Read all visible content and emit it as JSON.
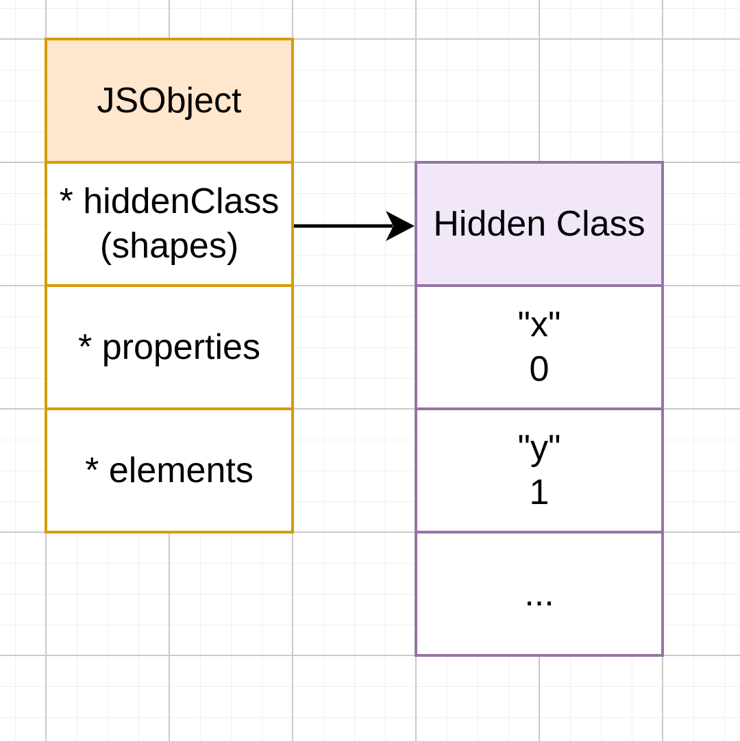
{
  "colors": {
    "orange-fill": "#ffe6cc",
    "orange-border": "#d79b00",
    "purple-fill": "#f2e6f9",
    "purple-border": "#9673a6",
    "arrow-color": "#000000",
    "grid-minor": "#efefef",
    "grid-major": "#c9c9c9"
  },
  "left_table": {
    "header": "JSObject",
    "rows": [
      {
        "line1": "* hiddenClass",
        "line2": "(shapes)"
      },
      {
        "line1": "* properties",
        "line2": ""
      },
      {
        "line1": "* elements",
        "line2": ""
      }
    ]
  },
  "right_table": {
    "header": "Hidden Class",
    "rows": [
      {
        "line1": "\"x\"",
        "line2": "0"
      },
      {
        "line1": "\"y\"",
        "line2": "1"
      },
      {
        "line1": "...",
        "line2": ""
      }
    ]
  },
  "arrow": {
    "from": "jsobject-hiddenclass-row",
    "to": "hidden-class-header",
    "style": "solid"
  }
}
